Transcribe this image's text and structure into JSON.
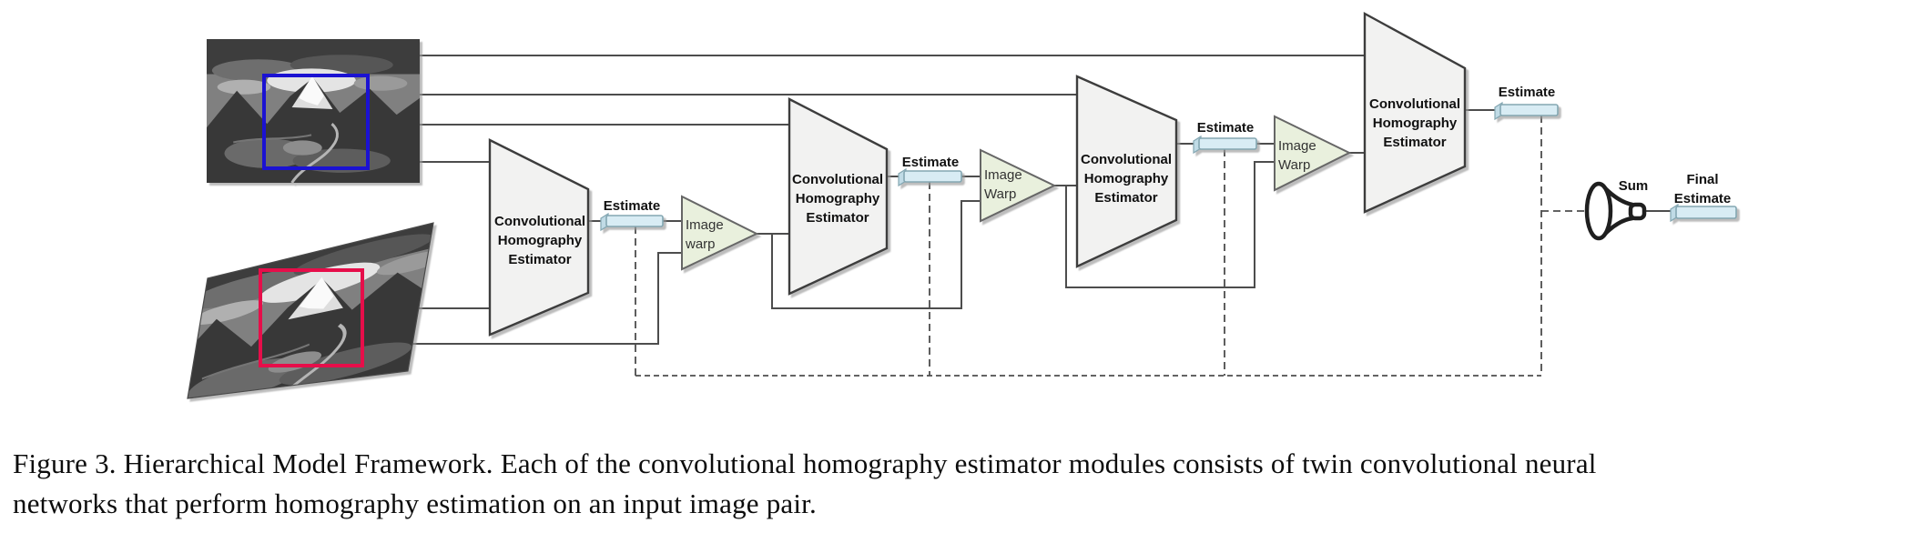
{
  "figure": {
    "caption": {
      "line1": "Figure 3. Hierarchical Model Framework. Each of the convolutional homography estimator modules consists of twin convolutional neural",
      "line2": "networks that perform homography estimation on an input image pair."
    }
  },
  "diagram": {
    "estimates": [
      "Estimate",
      "Estimate",
      "Estimate",
      "Estimate"
    ],
    "estimators": [
      {
        "lines": [
          "Convolutional",
          "Homography",
          "Estimator"
        ]
      },
      {
        "lines": [
          "Convolutional",
          "Homography",
          "Estimator"
        ]
      },
      {
        "lines": [
          "Convolutional",
          "Homography",
          "Estimator"
        ]
      },
      {
        "lines": [
          "Convolutional",
          "Homography",
          "Estimator"
        ]
      }
    ],
    "warps": [
      {
        "lines": [
          "Image",
          "warp"
        ]
      },
      {
        "lines": [
          "Image",
          "Warp"
        ]
      },
      {
        "lines": [
          "Image",
          "Warp"
        ]
      }
    ],
    "sum_label": "Sum",
    "final_estimate": {
      "lines": [
        "Final",
        "Estimate"
      ]
    },
    "colors": {
      "reference_box": "#1b12d2",
      "warped_box": "#e60e4a",
      "estimator_fill": "#f2f2f1",
      "warp_fill": "#e9f0dd",
      "estimate_bar_fill": "#d8ecf4",
      "wire": "#4d4d4d",
      "funnel": "#1f1f1f"
    }
  }
}
